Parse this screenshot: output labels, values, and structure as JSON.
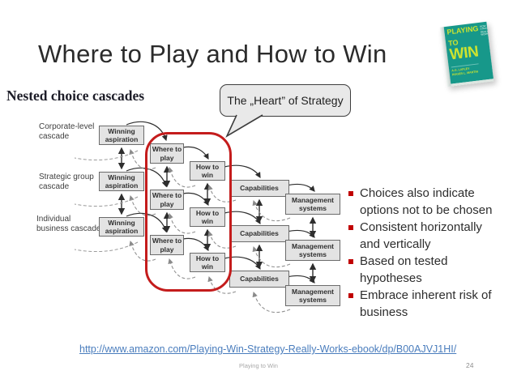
{
  "colors": {
    "accent_red": "#c00000",
    "highlight_outline_red": "#c41c1c",
    "link_blue": "#4a7dbd",
    "book_cover_teal": "#17988a",
    "book_title_yellow": "#cde32f",
    "diagram_box_gray": "#e3e3e3"
  },
  "slide": {
    "title": "Where to Play and How to Win",
    "footer_text": "Playing to Win",
    "page_number": "24",
    "link_url": "http://www.amazon.com/Playing-Win-Strategy-Really-Works-ebook/dp/B00AJVJ1HI/"
  },
  "book": {
    "title_line1": "PLAYING",
    "title_line2": "TO",
    "title_line3": "WIN",
    "subtitle": "HOW STRATEGY REALLY WORKS",
    "author1": "A.G. LAFLEY",
    "author2": "ROGER L. MARTIN"
  },
  "diagram": {
    "heading": "Nested choice cascades",
    "callout_text": "The „Heart” of Strategy",
    "row_labels": [
      {
        "line1": "Corporate-level",
        "line2": "cascade"
      },
      {
        "line1": "Strategic group",
        "line2": "cascade"
      },
      {
        "line1": "Individual",
        "line2": "business cascade"
      }
    ],
    "box_labels": {
      "winning_aspiration": "Winning aspiration",
      "where_to_play": "Where to play",
      "how_to_win": "How to win",
      "capabilities": "Capabilities",
      "management_systems": "Management systems"
    }
  },
  "bullets": [
    "Choices also indicate options not to be chosen",
    "Consistent horizontally and vertically",
    "Based on tested hypotheses",
    "Embrace inherent risk of business"
  ]
}
